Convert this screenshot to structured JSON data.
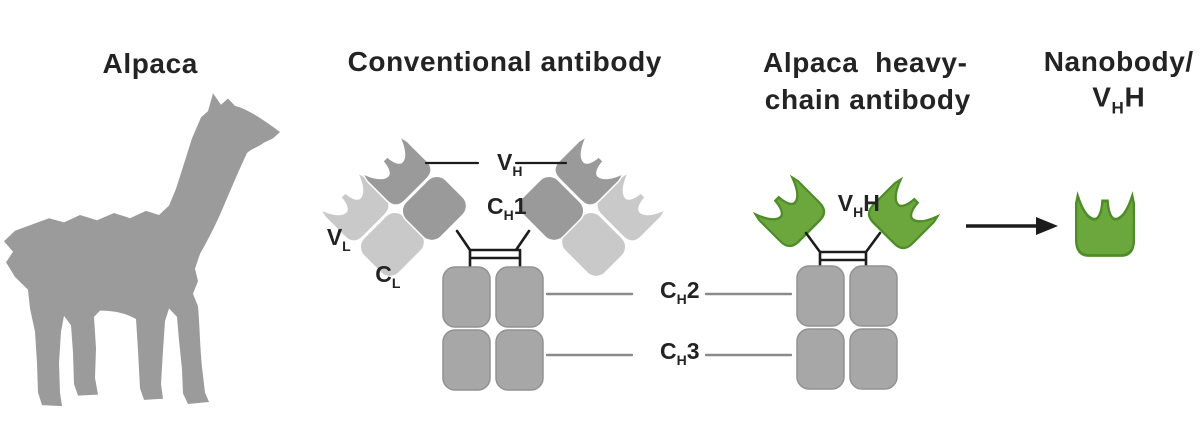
{
  "sections": {
    "alpaca": {
      "title": "Alpaca"
    },
    "conventional": {
      "title": "Conventional antibody"
    },
    "heavy_chain": {
      "title_line1": "Alpaca  heavy-",
      "title_line2": "chain antibody"
    },
    "nanobody": {
      "title_line1": "Nanobody/",
      "title_line2_pre": "V",
      "title_line2_sub": "H",
      "title_line2_post": "H"
    }
  },
  "labels": {
    "vh": {
      "pre": "V",
      "sub": "H",
      "post": ""
    },
    "ch1": {
      "pre": "C",
      "sub": "H",
      "post": "1"
    },
    "vl": {
      "pre": "V",
      "sub": "L",
      "post": ""
    },
    "cl": {
      "pre": "C",
      "sub": "L",
      "post": ""
    },
    "ch2": {
      "pre": "C",
      "sub": "H",
      "post": "2"
    },
    "ch3": {
      "pre": "C",
      "sub": "H",
      "post": "3"
    },
    "vhh": {
      "pre": "V",
      "sub": "H",
      "post": "H"
    }
  },
  "icons": {
    "arrow": "right-arrow"
  },
  "colors": {
    "background": "#ffffff",
    "text": "#232323",
    "alpaca-gray": "#9b9b9b",
    "heavy-gray": "#9a9a9a",
    "light-gray": "#c9c9c9",
    "fc-gray": "#a7a7a7",
    "fc-border": "#929292",
    "green-fill": "#6ba73d",
    "green-border": "#4e8c27",
    "line-black": "#1c1c1c",
    "line-gray": "#8a8a8a"
  }
}
